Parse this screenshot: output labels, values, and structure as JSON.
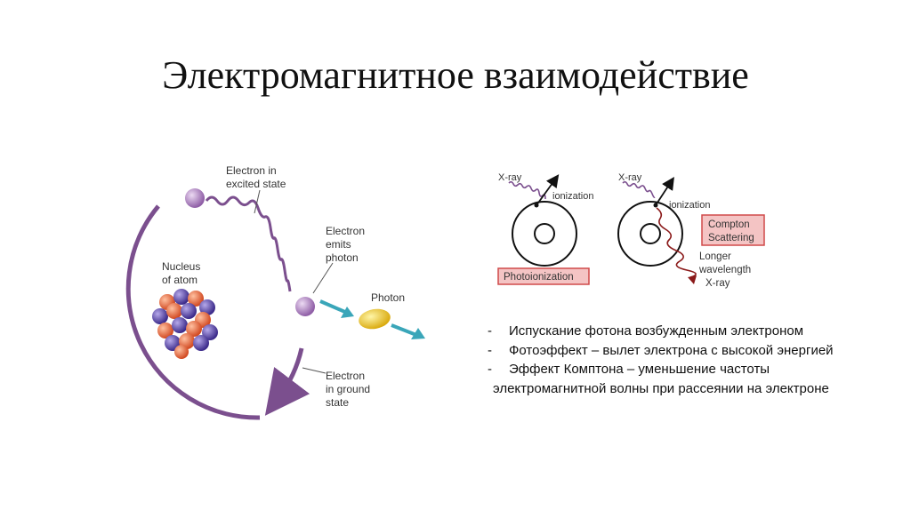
{
  "title": "Электромагнитное взаимодействие",
  "atom_diagram": {
    "electron_excited_label": [
      "Electron in",
      "excited state"
    ],
    "electron_emits_label": [
      "Electron",
      "emits",
      "photon"
    ],
    "nucleus_label": [
      "Nucleus",
      "of atom"
    ],
    "photon_label": "Photon",
    "electron_ground_label": [
      "Electron",
      "in ground",
      "state"
    ]
  },
  "photoionization_diagram": {
    "xray_label": "X-ray",
    "ionization_label": "ionization",
    "box_label": "Photoionization"
  },
  "compton_diagram": {
    "xray_label": "X-ray",
    "ionization_label": "ionization",
    "box_label": [
      "Compton",
      "Scattering"
    ],
    "longer_label": [
      "Longer",
      "wavelength",
      "X-ray"
    ]
  },
  "bullets": {
    "dash": "-",
    "item1": "Испускание фотона возбужденным электроном",
    "item2": "Фотоэффект – вылет электрона с высокой энергией",
    "item3": "Эффект Комптона – уменьшение частоты",
    "item3_cont": "электромагнитной волны при рассеянии на электроне"
  },
  "colors": {
    "orbit": "#7b4f8e",
    "electron": "#b58ac6",
    "photon": "#e8c51a",
    "arrow_teal": "#3aa6b9",
    "box_fill": "#f4c4c4",
    "box_border": "#d04a4a",
    "wave_dark_red": "#8b1a1a"
  }
}
